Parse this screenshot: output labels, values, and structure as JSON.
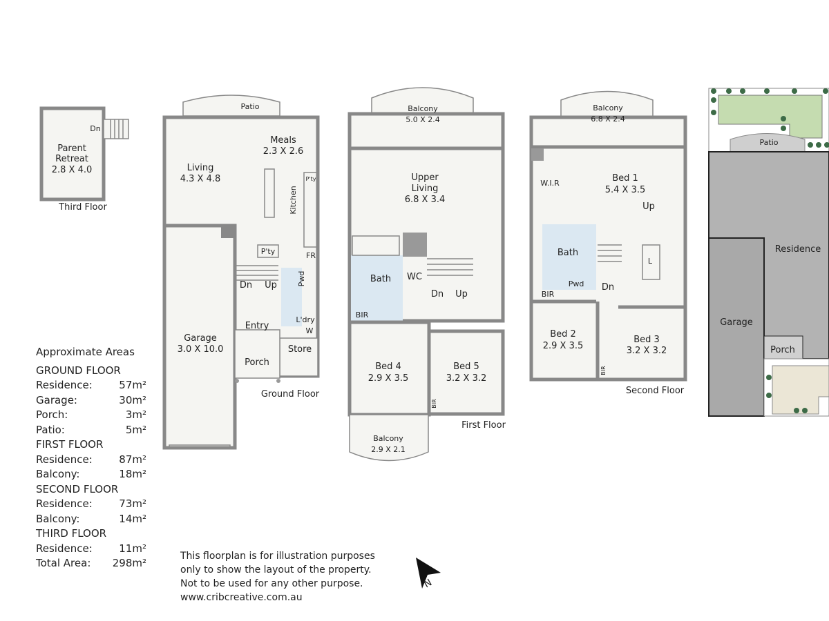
{
  "third_floor": {
    "room": "Parent",
    "room2": "Retreat",
    "size": "2.8 X 4.0",
    "dn": "Dn",
    "caption": "Third Floor"
  },
  "ground_floor": {
    "patio": "Patio",
    "meals": "Meals",
    "meals_size": "2.3 X 2.6",
    "living": "Living",
    "living_size": "4.3 X 4.8",
    "kitchen": "Kitchen",
    "pty_small": "P'ty",
    "pty": "P'ty",
    "fr": "FR",
    "dn": "Dn",
    "up": "Up",
    "pwd": "Pwd",
    "ldry": "L'dry",
    "w": "W",
    "entry": "Entry",
    "garage": "Garage",
    "garage_size": "3.0 X 10.0",
    "store": "Store",
    "porch": "Porch",
    "caption": "Ground Floor"
  },
  "first_floor": {
    "balcony": "Balcony",
    "balcony_size": "5.0 X 2.4",
    "upper_living": "Upper",
    "upper_living2": "Living",
    "upper_living_size": "6.8 X 3.4",
    "bath": "Bath",
    "wc": "WC",
    "bir": "BIR",
    "dn": "Dn",
    "up": "Up",
    "bed4": "Bed 4",
    "bed4_size": "2.9 X 3.5",
    "bed5": "Bed 5",
    "bed5_size": "3.2 X 3.2",
    "bir2": "BIR",
    "balcony2": "Balcony",
    "balcony2_size": "2.9 X 2.1",
    "caption": "First Floor"
  },
  "second_floor": {
    "balcony": "Balcony",
    "balcony_size": "6.8 X 2.4",
    "wir": "W.I.R",
    "bed1": "Bed 1",
    "bed1_size": "5.4 X 3.5",
    "up": "Up",
    "bath": "Bath",
    "l": "L",
    "pwd": "Pwd",
    "bir": "BIR",
    "dn": "Dn",
    "bed2": "Bed 2",
    "bed2_size": "2.9 X 3.5",
    "bed3": "Bed 3",
    "bed3_size": "3.2 X 3.2",
    "bir2": "BIR",
    "caption": "Second Floor"
  },
  "site_plan": {
    "patio": "Patio",
    "residence": "Residence",
    "garage": "Garage",
    "porch": "Porch",
    "colors": {
      "roof": "#b3b3b3",
      "garage": "#a9a9a9",
      "lawn": "#c5dcb0",
      "paving": "#ebe6d6"
    }
  },
  "areas": {
    "title": "Approximate Areas",
    "sections": [
      {
        "heading": "GROUND FLOOR",
        "rows": [
          {
            "label": "Residence:",
            "value": "57m²"
          },
          {
            "label": "Garage:",
            "value": "30m²"
          },
          {
            "label": "Porch:",
            "value": "3m²"
          },
          {
            "label": "Patio:",
            "value": "5m²"
          }
        ]
      },
      {
        "heading": "FIRST FLOOR",
        "rows": [
          {
            "label": "Residence:",
            "value": "87m²"
          },
          {
            "label": "Balcony:",
            "value": "18m²"
          }
        ]
      },
      {
        "heading": "SECOND FLOOR",
        "rows": [
          {
            "label": "Residence:",
            "value": "73m²"
          },
          {
            "label": "Balcony:",
            "value": "14m²"
          }
        ]
      },
      {
        "heading": "THIRD FLOOR",
        "rows": [
          {
            "label": "Residence:",
            "value": "11m²"
          }
        ]
      }
    ],
    "total": {
      "label": "Total Area:",
      "value": "298m²"
    }
  },
  "disclaimer": [
    "This floorplan is for illustration purposes",
    "only to show the layout of the property.",
    "Not to be used for any other purpose.",
    "www.cribcreative.com.au"
  ],
  "north_arrow": {
    "label": "N"
  }
}
